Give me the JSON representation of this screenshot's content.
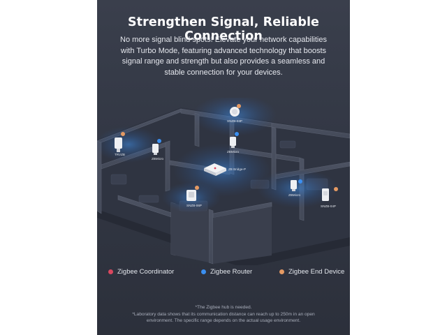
{
  "headline": "Strengthen Signal, Reliable Connection",
  "intro": {
    "line1": "No more signal blind spots! Elevate your network capabilities",
    "line2": "with Turbo Mode, featuring advanced technology that boosts",
    "line3": "signal range and strength but also provides a seamless and",
    "line4": "stable connection for your devices."
  },
  "devices": {
    "hub": "ZB Bridge-P",
    "motion_sensor": "SNZB-03P",
    "trv": "TRVZB",
    "zbmicro_left": "ZBMicro",
    "zbmicro_center": "ZBMicro",
    "zbmicro_right": "ZBMicro",
    "presence_sensor": "SNZB-06P",
    "temp_sensor": "SNZB-04P"
  },
  "legend": {
    "coordinator": {
      "label": "Zigbee Coordinator",
      "color": "#d9475f"
    },
    "router": {
      "label": "Zigbee Router",
      "color": "#3b8ff0"
    },
    "end_device": {
      "label": "Zigbee End Device",
      "color": "#e59a63"
    }
  },
  "footnotes": {
    "line1": "*The Zigbee hub is needed.",
    "line2": "*Laboratory data shows that its communication distance can reach up to 250m in an open",
    "line3": "environment. The specific range depends on the actual usage environment."
  }
}
